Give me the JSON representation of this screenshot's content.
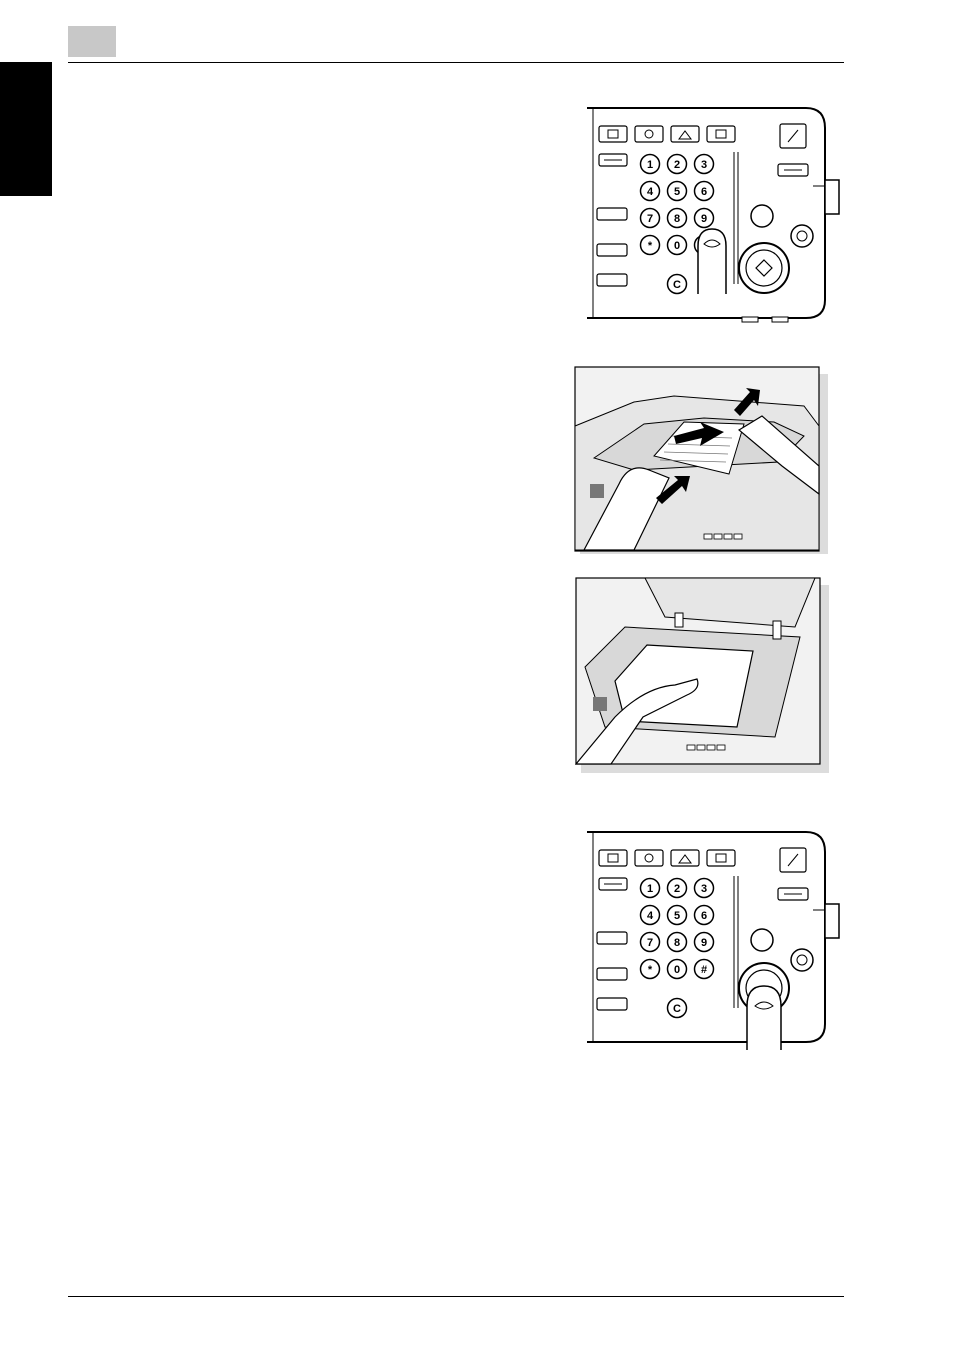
{
  "page": {
    "chapter_marker_color": "#c8c8c8",
    "side_tab_color": "#000000",
    "rule_color": "#000000"
  },
  "panel": {
    "keypad_rows": [
      [
        "1",
        "2",
        "3"
      ],
      [
        "4",
        "5",
        "6"
      ],
      [
        "7",
        "8",
        "9"
      ],
      [
        "*",
        "0",
        "#"
      ]
    ],
    "clear_key": "C"
  },
  "figures": [
    {
      "name": "control-panel-keypad-press",
      "description_icon": "finger-press-9-icon"
    },
    {
      "name": "document-feeder-loading",
      "description_icon": "adf-hands-icon"
    },
    {
      "name": "original-glass-placement",
      "description_icon": "platen-hand-icon"
    },
    {
      "name": "control-panel-start-press",
      "description_icon": "finger-press-start-icon"
    }
  ]
}
